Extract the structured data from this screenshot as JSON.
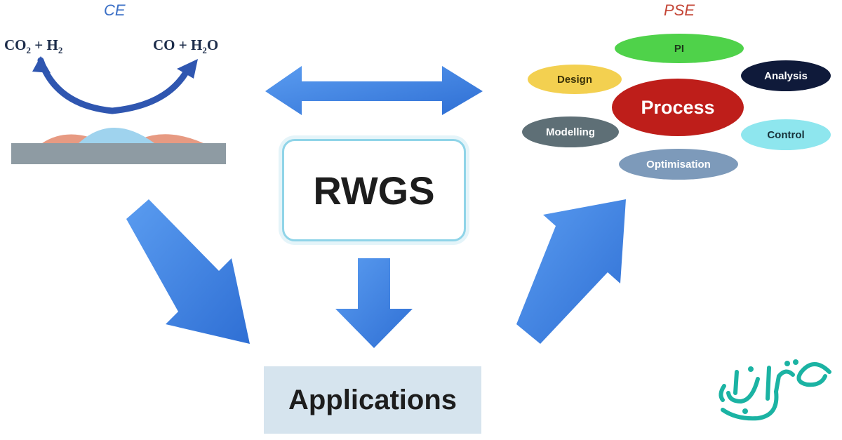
{
  "ce": {
    "title": "CE",
    "reactant_main": "CO",
    "reactant_sub": "2",
    "reactant_rest": " + H",
    "reactant_sub2": "2",
    "product_main": "CO + H",
    "product_sub": "2",
    "product_rest": "O"
  },
  "center": {
    "label": "RWGS"
  },
  "bottom": {
    "label": "Applications"
  },
  "pse": {
    "title": "PSE",
    "ovals": {
      "pi": "PI",
      "design": "Design",
      "analysis": "Analysis",
      "process": "Process",
      "modelling": "Modelling",
      "control": "Control",
      "optimisation": "Optimisation"
    }
  },
  "watermark": {
    "text": "صفحه اقتصاد"
  },
  "colors": {
    "arrow_blue": "#3b82e0",
    "ce_title": "#3a6fc6",
    "pse_title": "#c44536",
    "process_red": "#be1e1a",
    "logo_teal": "#1bb3a3"
  }
}
